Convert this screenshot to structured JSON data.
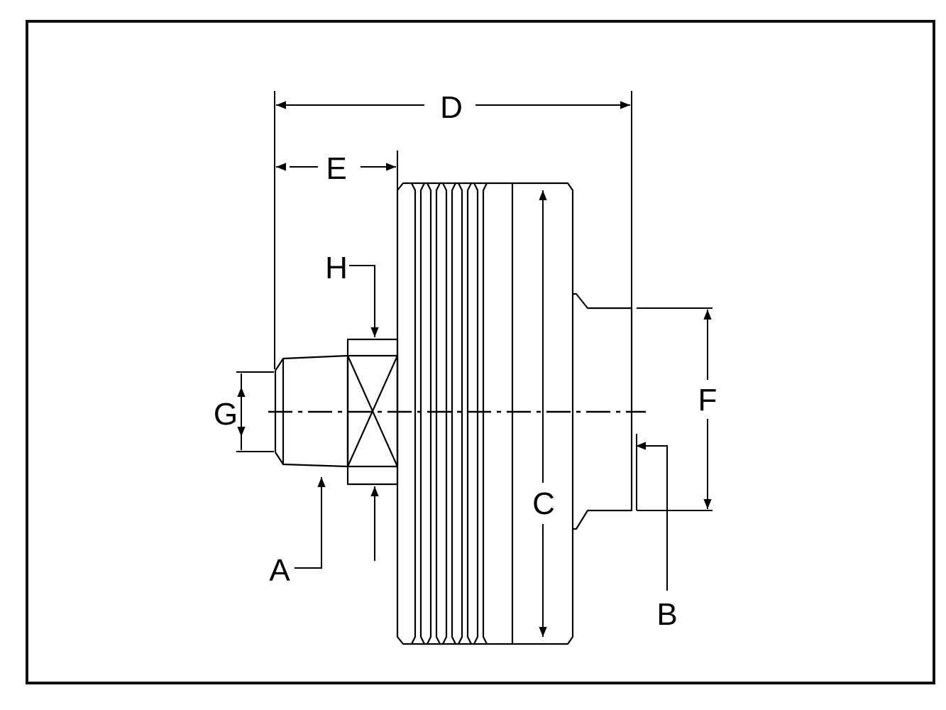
{
  "diagram": {
    "labels": {
      "a": "A",
      "b": "B",
      "c": "C",
      "d": "D",
      "e": "E",
      "f": "F",
      "g": "G",
      "h": "H"
    },
    "colors": {
      "line": "#000000",
      "background": "#ffffff",
      "frame": "#111111"
    }
  }
}
